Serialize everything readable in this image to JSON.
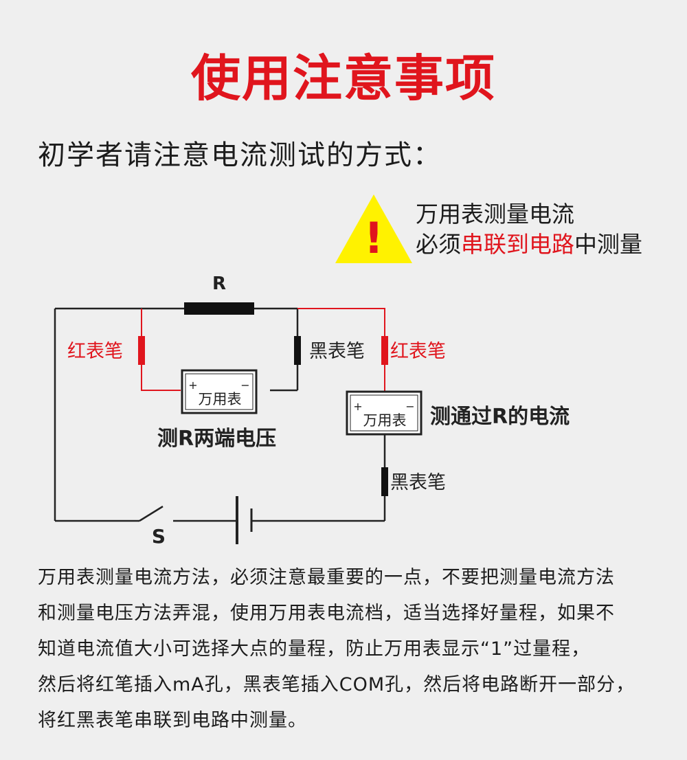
{
  "title": "使用注意事项",
  "subtitle": "初学者请注意电流测试的方式：",
  "warning": {
    "line1": "万用表测量电流",
    "line2_prefix": "必须",
    "line2_highlight": "串联到电路",
    "line2_suffix": "中测量",
    "icon": "warning-triangle-icon",
    "icon_symbol": "!"
  },
  "diagram": {
    "resistor_label": "R",
    "switch_label": "S",
    "red_probe_label": "红表笔",
    "black_probe_label": "黑表笔",
    "meter_label": "万用表",
    "plus": "+",
    "minus": "−",
    "voltage_caption": "测R两端电压",
    "current_caption": "测通过R的电流",
    "colors": {
      "red_wire": "#e0151d",
      "black_wire": "#222222"
    }
  },
  "description": {
    "lines": [
      "万用表测量电流方法，必须注意最重要的一点，不要把测量电流方法",
      "和测量电压方法弄混，使用万用表电流档，适当选择好量程，如果不",
      "知道电流值大小可选择大点的量程，防止万用表显示“1”过量程，",
      "然后将红笔插入mA孔，黑表笔插入COM孔，然后将电路断开一部分，",
      "将红黑表笔串联到电路中测量。"
    ]
  }
}
